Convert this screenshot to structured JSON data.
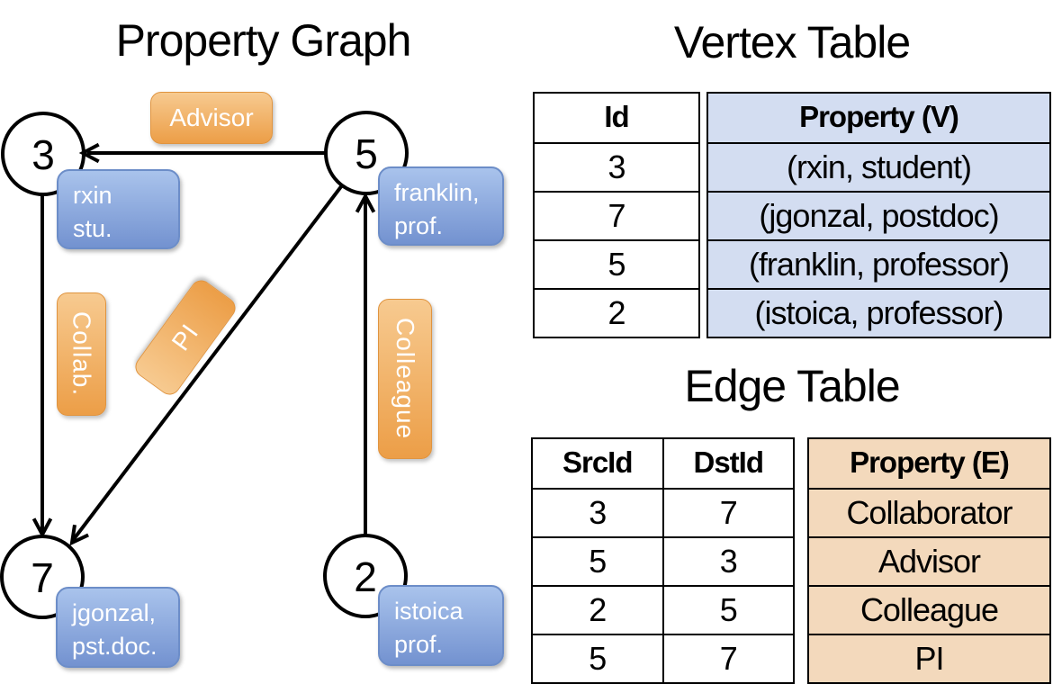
{
  "titles": {
    "graph": "Property Graph",
    "vertex_table": "Vertex Table",
    "edge_table": "Edge Table"
  },
  "graph": {
    "nodes": [
      {
        "id": "3",
        "lines": [
          "rxin",
          "stu."
        ]
      },
      {
        "id": "5",
        "lines": [
          "franklin,",
          "prof."
        ]
      },
      {
        "id": "7",
        "lines": [
          "jgonzal,",
          "pst.doc."
        ]
      },
      {
        "id": "2",
        "lines": [
          "istoica",
          "prof."
        ]
      }
    ],
    "edge_labels": {
      "advisor": "Advisor",
      "collab": "Collab.",
      "pi": "PI",
      "colleague": "Colleague"
    },
    "edges": [
      {
        "from": "5",
        "to": "3",
        "label": "Advisor"
      },
      {
        "from": "3",
        "to": "7",
        "label": "Collab."
      },
      {
        "from": "5",
        "to": "7",
        "label": "PI"
      },
      {
        "from": "2",
        "to": "5",
        "label": "Colleague"
      }
    ]
  },
  "vertex_table": {
    "columns": [
      "Id",
      "Property (V)"
    ],
    "rows": [
      [
        "3",
        "(rxin, student)"
      ],
      [
        "7",
        "(jgonzal, postdoc)"
      ],
      [
        "5",
        "(franklin, professor)"
      ],
      [
        "2",
        "(istoica, professor)"
      ]
    ]
  },
  "edge_table": {
    "columns": [
      "SrcId",
      "DstId",
      "Property (E)"
    ],
    "rows": [
      [
        "3",
        "7",
        "Collaborator"
      ],
      [
        "5",
        "3",
        "Advisor"
      ],
      [
        "2",
        "5",
        "Colleague"
      ],
      [
        "5",
        "7",
        "PI"
      ]
    ]
  },
  "colors": {
    "vertex_box_gradient_top": "#a9c3ec",
    "vertex_box_gradient_bottom": "#7392d0",
    "edge_box_gradient_top": "#f7ca90",
    "edge_box_gradient_bottom": "#ec9e47",
    "vertex_property_cell": "#d3ddf1",
    "edge_property_cell": "#f3d9bc",
    "line": "#000000",
    "background": "#ffffff"
  }
}
